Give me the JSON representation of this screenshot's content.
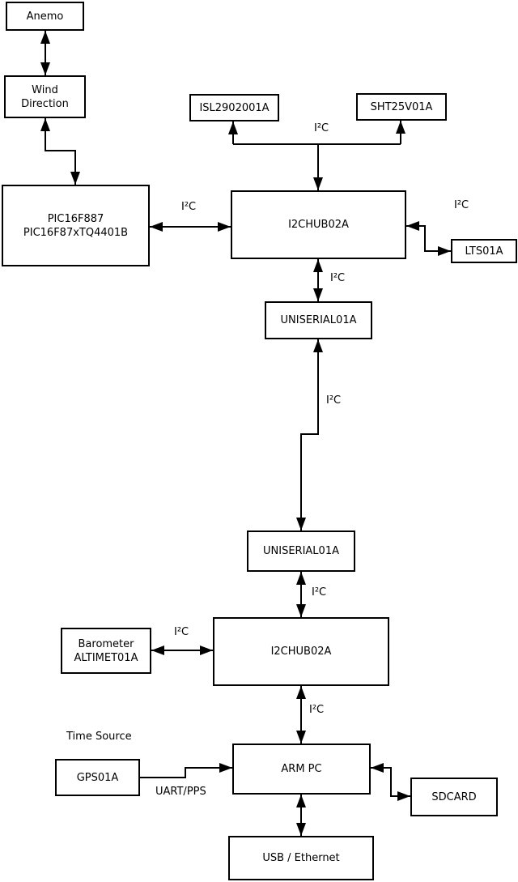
{
  "diagram": {
    "colors": {
      "background": "#ffffff",
      "line": "#000000",
      "box_fill": "#ffffff",
      "box_border": "#000000",
      "text": "#000000"
    },
    "nodes": {
      "anemo": {
        "lines": [
          "Anemo"
        ]
      },
      "wind_direction": {
        "lines": [
          "Wind",
          "Direction"
        ]
      },
      "pic": {
        "lines": [
          "PIC16F887",
          "PIC16F87xTQ4401B"
        ]
      },
      "isl": {
        "lines": [
          "ISL2902001A"
        ]
      },
      "sht": {
        "lines": [
          "SHT25V01A"
        ]
      },
      "i2chub_upper": {
        "lines": [
          "I2CHUB02A"
        ]
      },
      "lts": {
        "lines": [
          "LTS01A"
        ]
      },
      "uniserial_upper": {
        "lines": [
          "UNISERIAL01A"
        ]
      },
      "uniserial_lower": {
        "lines": [
          "UNISERIAL01A"
        ]
      },
      "i2chub_lower": {
        "lines": [
          "I2CHUB02A"
        ]
      },
      "barometer": {
        "lines": [
          "Barometer",
          "ALTIMET01A"
        ]
      },
      "arm_pc": {
        "lines": [
          "ARM PC"
        ]
      },
      "gps": {
        "lines": [
          "GPS01A"
        ]
      },
      "sdcard": {
        "lines": [
          "SDCARD"
        ]
      },
      "usb_ethernet": {
        "lines": [
          "USB / Ethernet"
        ]
      }
    },
    "edge_labels": {
      "i2c": "I²C",
      "uart_pps": "UART/PPS",
      "time_source": "Time Source"
    }
  }
}
